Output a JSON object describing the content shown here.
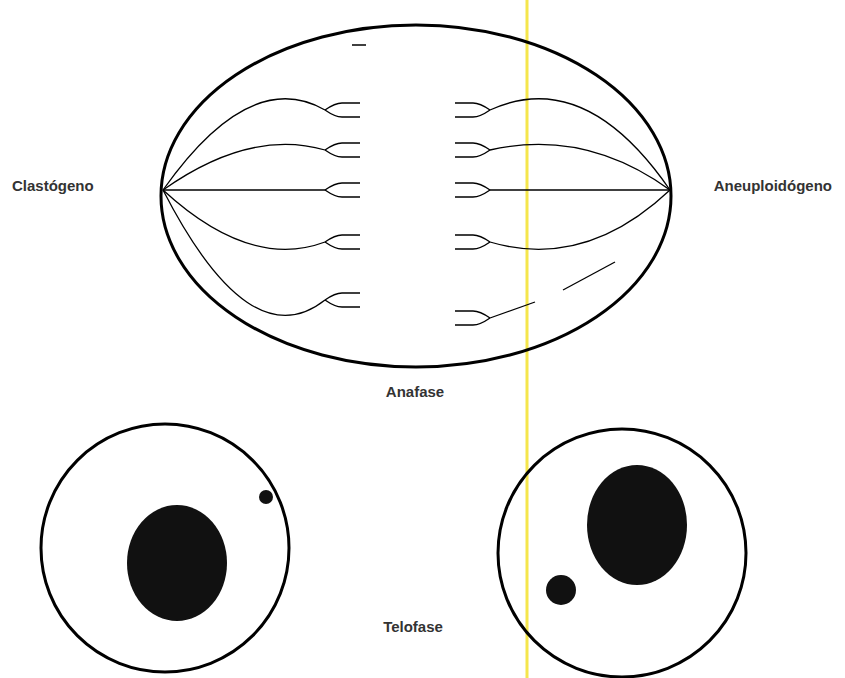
{
  "diagram": {
    "labels": [
      "Clastógeno",
      "Aneuploidógeno",
      "Anafase",
      "Telofase"
    ]
  }
}
